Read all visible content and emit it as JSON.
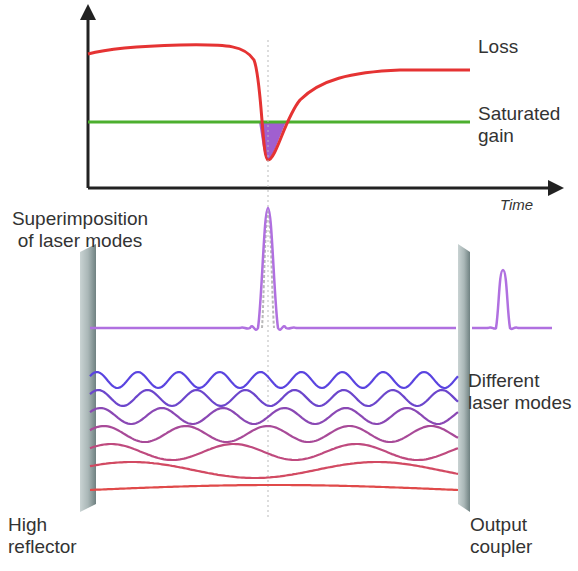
{
  "diagram": {
    "labels": [
      "Loss",
      "Saturated gain",
      "Time",
      "Superimposition of laser modes",
      "Different laser modes",
      "High reflector",
      "Output coupler"
    ]
  }
}
